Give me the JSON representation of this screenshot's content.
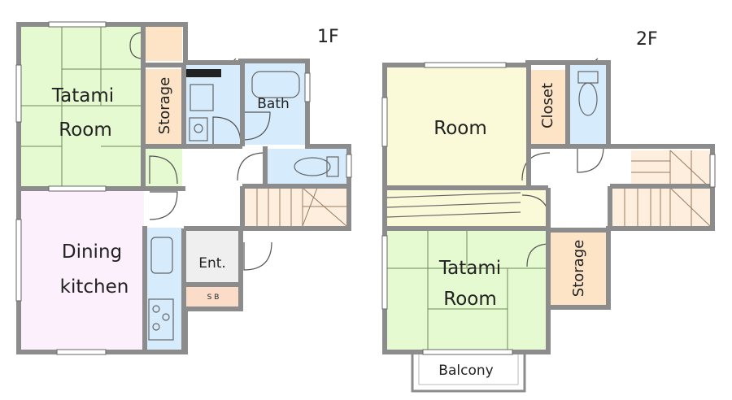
{
  "floors": {
    "first": {
      "label": "1F",
      "rooms": {
        "tatami": {
          "line1": "Tatami",
          "line2": "Room"
        },
        "storage": "Storage",
        "bath": "Bath",
        "dining": {
          "line1": "Dining",
          "line2": "kitchen"
        },
        "entrance": "Ent.",
        "shoe_box": "S B"
      }
    },
    "second": {
      "label": "2F",
      "rooms": {
        "room": "Room",
        "closet": "Closet",
        "tatami": {
          "line1": "Tatami",
          "line2": "Room"
        },
        "storage": "Storage",
        "balcony": "Balcony"
      }
    }
  },
  "colors": {
    "tatami": "#e6fad2",
    "dining": "#fcf0fc",
    "storage": "#fde4c6",
    "wet_area": "#d6ebfb",
    "room": "#fbfad8",
    "entrance": "#efefef",
    "shoe_box": "#fadcc8",
    "hall": "#ffffff",
    "stairs": "#fdeede",
    "wall": "#8c8c8c"
  }
}
